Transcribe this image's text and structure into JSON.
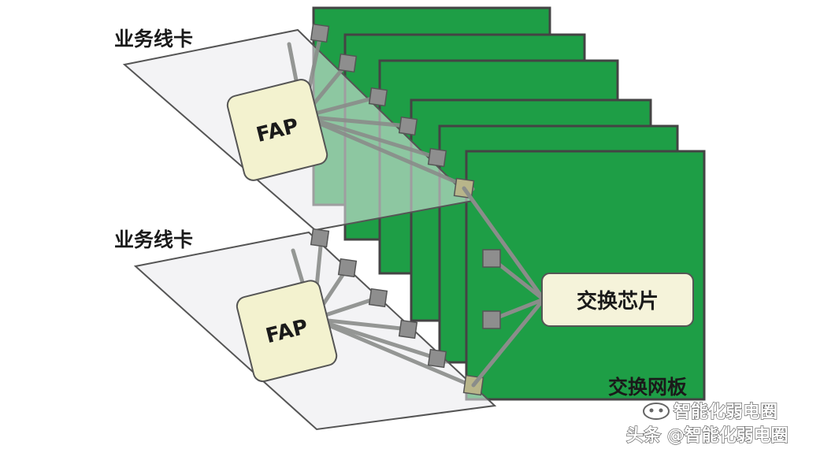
{
  "line_card_label_top": "业务线卡",
  "line_card_label_bottom": "业务线卡",
  "fap_top": "FAP",
  "fap_bottom": "FAP",
  "switch_chip": "交换芯片",
  "switch_board": "交换网板",
  "watermark_top": "智能化弱电圈",
  "watermark_bottom": "头条 @智能化弱电圈",
  "colors": {
    "board_green": "#1e9e46",
    "board_border": "#444444",
    "line_card_fill": "#e9e9ec",
    "fap_fill": "#f3f2cf",
    "chip_fill": "#f5f3da",
    "connector_gray": "#8e8e8e",
    "trace_gray": "#8a8d8a"
  }
}
